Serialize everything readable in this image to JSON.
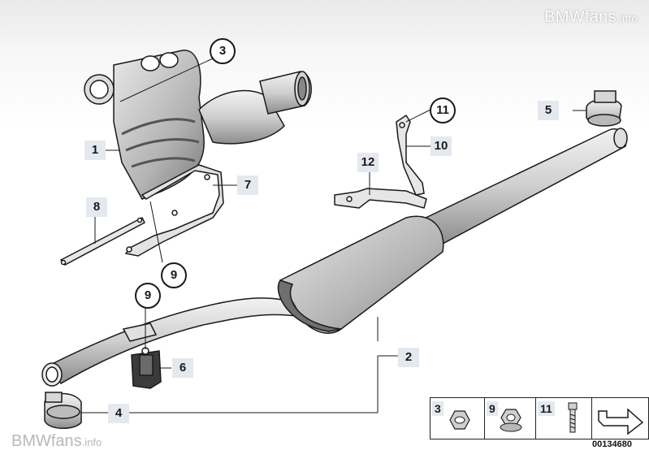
{
  "watermarks": {
    "top_brand": "BMWfans",
    "top_suffix": ".info",
    "bottom_brand": "BMWfans",
    "bottom_suffix": ".info"
  },
  "callouts": {
    "c1": "1",
    "c2": "2",
    "c3": "3",
    "c4": "4",
    "c5": "5",
    "c6": "6",
    "c7": "7",
    "c8": "8",
    "c9_upper": "9",
    "c9_lower": "9",
    "c10": "10",
    "c11": "11",
    "c12": "12"
  },
  "legend": {
    "cell_a": "3",
    "cell_b": "9",
    "cell_c": "11"
  },
  "diagram_id": "00134680",
  "colors": {
    "callout_bg": "#e4e8ef",
    "line": "#1a1a1a",
    "part_fill": "#d8d8d8",
    "part_shade": "#9a9a9a"
  }
}
